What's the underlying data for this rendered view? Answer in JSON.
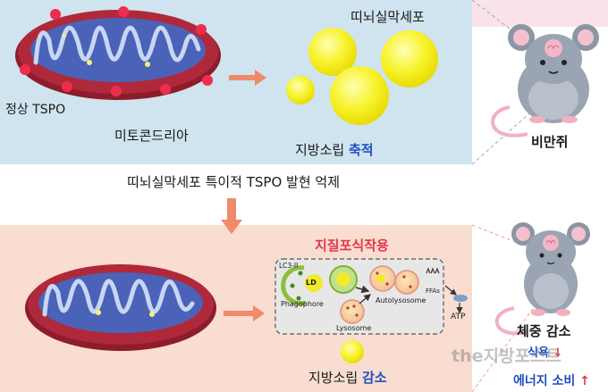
{
  "top": {
    "cell_label": "띠뇌실막세포",
    "tspo_label": "정상 TSPO",
    "mito_label": "미토콘드리아",
    "fat_label": "지방소립",
    "fat_state": "축적",
    "mouse_label": "비만쥐"
  },
  "middle": {
    "caption": "띠뇌실막세포 특이적 TSPO 발현 억제"
  },
  "bottom": {
    "process_title": "지질포식작용",
    "lc3_label": "LC3-II",
    "ld_label": "LD",
    "phagophore_label": "Phagophore",
    "autolysosome_label": "Autolysosome",
    "lysosome_label": "Lysosome",
    "ffas_label": "FFAs",
    "atp_label": "ATP",
    "fat_label": "지방소립",
    "fat_state": "감소",
    "weight_label": "체중 감소",
    "appetite_label": "식욕",
    "energy_label": "에너지 소비",
    "up_arrow": "↑",
    "down_arrow": "↓"
  },
  "watermark": "the지방포스트",
  "colors": {
    "panel_top": "#cfe4ee",
    "panel_bottom": "#f8ddd0",
    "mito_outer": "#b0293a",
    "mito_inner": "#4a63b8",
    "fat": "#f7f22a",
    "arrow": "#f08a6c",
    "title_red": "#e2374a",
    "accent_blue": "#1f4fbf"
  }
}
